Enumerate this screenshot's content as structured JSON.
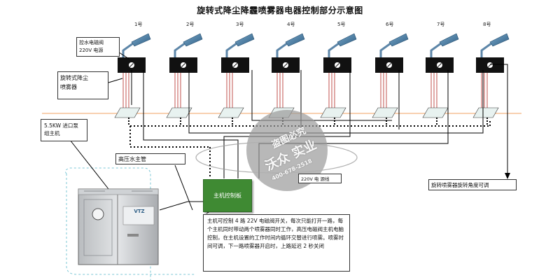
{
  "title": "旋转式降尘降霾喷雾器电器控制部分示意图",
  "sprayer_numbers": [
    "1号",
    "2号",
    "3号",
    "4号",
    "5号",
    "6号",
    "7号",
    "8号"
  ],
  "callouts": {
    "valve_label": "控水电磁阀\n220V 电源",
    "sprayer_label": "旋转式降尘\n喷雾器",
    "pump_label": "5.5KW 进口泵\n组主机",
    "main_pipe_label": "高压水主管",
    "controller_label": "主机控制板",
    "voltage_label": "220V 电 源线",
    "rotation_label": "旋转喷雾器旋转角度可调"
  },
  "note_text": "主机可控制 4 路 22V 电磁阀开关，每次只能打开一路，每个主机同时带动两个喷雾器同时工作，高压电磁阀主机电脑控制，在主机设置的工作时间内循环交替进行喷雾。喷雾时间可调，下一路喷雾器开启时，上路延迟 2 秒关闭",
  "cabinet_plate": "VTZ",
  "watermark": {
    "line1": "盗图必究",
    "line2": "沃众 实业",
    "line3": "400-678-2518"
  },
  "colors": {
    "controller_green": "#3f8a33",
    "pipe_red": "#c0504d",
    "ground_orange": "#f0a060",
    "watermark_gray": "#9a9a9a",
    "dashed_cyan": "#7cc7d6"
  }
}
